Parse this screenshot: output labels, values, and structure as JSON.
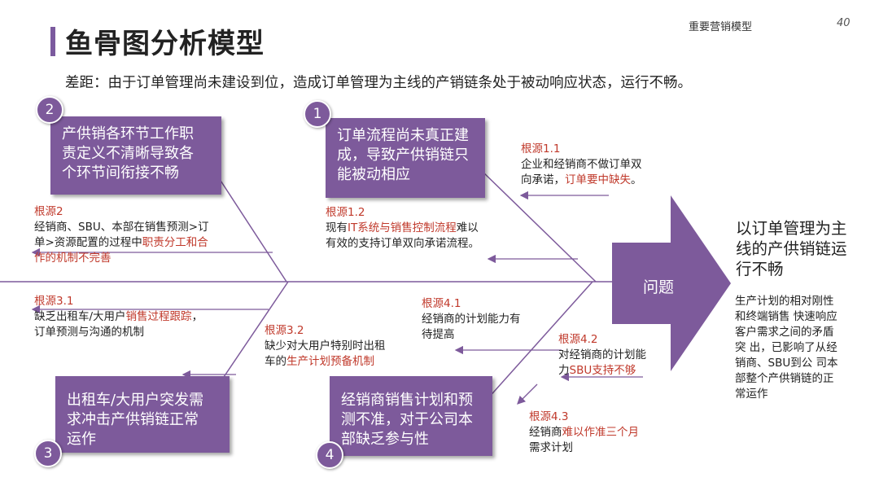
{
  "header": {
    "title": "鱼骨图分析模型",
    "section": "重要营销模型",
    "page_number": "40"
  },
  "gap_statement": "差距：由于订单管理尚未建设到位，造成订单管理为主线的产销链条处于被动响应状态，运行不畅。",
  "categories": [
    {
      "number": "1",
      "text": [
        "订单流程尚未真正建",
        "成，导致产供销链只",
        "能被动相应"
      ]
    },
    {
      "number": "2",
      "text": [
        "产供销各环节工作职",
        "责定义不清晰导致各",
        "个环节间衔接不畅"
      ]
    },
    {
      "number": "3",
      "text": [
        "出租车/大用户突发需",
        "求冲击产供销链正常",
        "运作"
      ]
    },
    {
      "number": "4",
      "text": [
        "经销商销售计划和预",
        "测不准，对于公司本",
        "部缺乏参与性"
      ]
    }
  ],
  "causes": {
    "c1_1": {
      "head": "根源1.1",
      "a": "企业和经销商不做订单双",
      "b": "向承诺，",
      "red": "订单要中缺失",
      "c": "。"
    },
    "c1_2": {
      "head": "根源1.2",
      "a": "现有",
      "red": "IT系统与销售控制流程",
      "b": "难以",
      "c": "有效的支持订单双向承诺流程。"
    },
    "c2": {
      "head": "根源2",
      "a": "经销商、SBU、本部在销售预测>订",
      "b": "单>资源配置的过程中",
      "red": "职责分工和合",
      "red2": "作的机制不完善"
    },
    "c3_1": {
      "head": "根源3.1",
      "a": "缺乏出租车/大用户",
      "red": "销售过程跟踪",
      "b": "，",
      "c": "订单预测与沟通的机制"
    },
    "c3_2": {
      "head": "根源3.2",
      "a": "缺少对大用户特别时出租",
      "b": "车的",
      "red": "生产计划预备机制"
    },
    "c4_1": {
      "head": "根源4.1",
      "a": "经销商的计划能力有",
      "b": "待提高"
    },
    "c4_2": {
      "head": "根源4.2",
      "a": "对经销商的计划能",
      "b": "力",
      "red": "SBU支持不够"
    },
    "c4_3": {
      "head": "根源4.3",
      "a": "经销商",
      "red": "难以作准三个月",
      "b": "需求计划"
    }
  },
  "problem": {
    "label": "问题",
    "result": [
      "以订单管理为主",
      "线的产供销链运",
      "行不畅"
    ],
    "impact": [
      "生产计划的相对刚性",
      "和终端销售 快速响应",
      "客户需求之间的矛盾",
      "突 出，已影响了从经",
      "销商、SBU到公 司本",
      "部整个产供销链的正",
      "常运作"
    ]
  },
  "colors": {
    "accent": "#7d5a9b",
    "root_red": "#c0392b"
  }
}
